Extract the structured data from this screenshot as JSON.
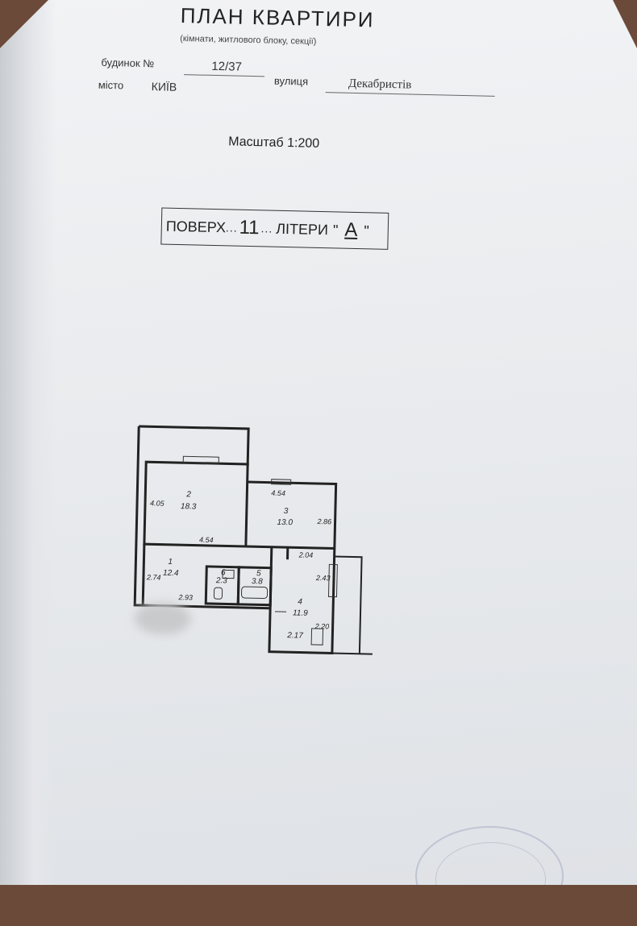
{
  "header": {
    "title": "ПЛАН   КВАРТИРИ",
    "subtitle": "(кімнати, житлового блоку, секції)"
  },
  "address": {
    "building_label": "будинок №",
    "building_value": "12/37",
    "street_label": "вулиця",
    "street_value": "Декабристів",
    "city_label": "місто",
    "city_value": "КИЇВ"
  },
  "scale": "Масштаб   1:200",
  "floor": {
    "floor_label": "ПОВЕРХ",
    "floor_dots": "...",
    "floor_value": "11",
    "letter_label": "ЛІТЕРИ",
    "letter_value": "А"
  },
  "plan": {
    "rooms": [
      {
        "number": "2",
        "area": "18.3"
      },
      {
        "number": "3",
        "area": "13.0"
      },
      {
        "number": "1",
        "area": "12.4"
      },
      {
        "number": "6",
        "area": "2.3"
      },
      {
        "number": "5",
        "area": "3.8"
      },
      {
        "number": "4",
        "area": "11.9"
      },
      {
        "number": "",
        "area": "2.17"
      }
    ],
    "dimensions": [
      "4.05",
      "4.54",
      "4.54",
      "2.86",
      "2.04",
      "2.74",
      "2.93",
      "2.43",
      "2.20"
    ]
  }
}
